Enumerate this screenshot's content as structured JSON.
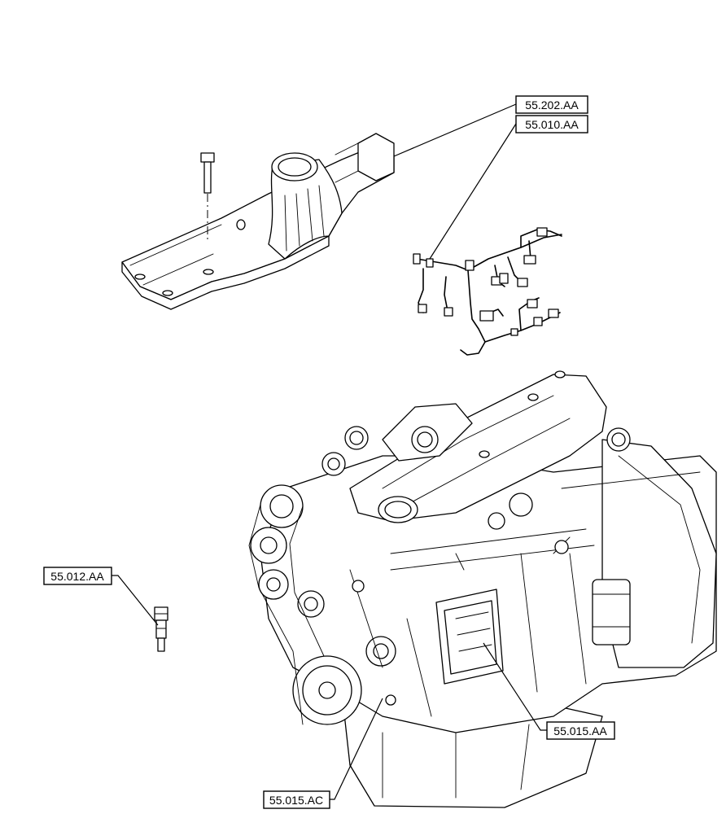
{
  "callouts": {
    "intake_manifold": "55.202.AA",
    "wiring_harness": "55.010.AA",
    "sensor": "55.012.AA",
    "ecu": "55.015.AA",
    "crank_sensor": "55.015.AC"
  },
  "colors": {
    "line": "#000000",
    "background": "#ffffff"
  }
}
